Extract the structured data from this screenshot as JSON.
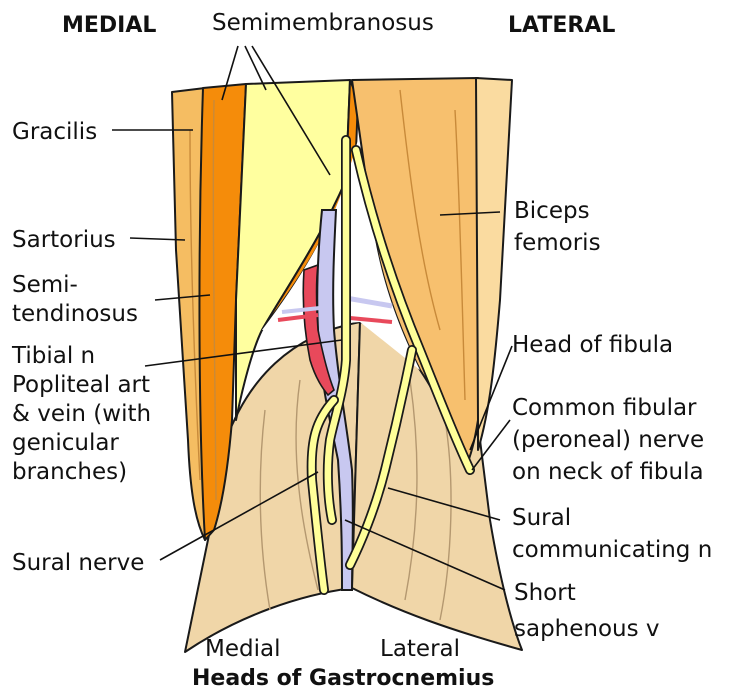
{
  "headers": {
    "medial": "MEDIAL",
    "lateral": "LATERAL"
  },
  "labels": {
    "semimembranosus": "Semimembranosus",
    "gracilis": "Gracilis",
    "sartorius": "Sartorius",
    "semitendinosus_1": "Semi-",
    "semitendinosus_2": "tendinosus",
    "biceps_1": "Biceps",
    "biceps_2": "femoris",
    "tibial_n": "Tibial n",
    "popliteal_1": "Popliteal art",
    "popliteal_2": "& vein (with",
    "popliteal_3": "genicular",
    "popliteal_4": "branches)",
    "head_fibula": "Head of fibula",
    "common_fibular_1": "Common fibular",
    "common_fibular_2": "(peroneal) nerve",
    "common_fibular_3": "on neck of fibula",
    "sural_nerve": "Sural nerve",
    "sural_comm_1": "Sural",
    "sural_comm_2": "communicating n",
    "short_saph_1": "Short",
    "short_saph_2": "saphenous v",
    "medial_head": "Medial",
    "lateral_head": "Lateral"
  },
  "caption": "Heads of Gastrocnemius",
  "colors": {
    "gracilis": "#f5bd62",
    "sartorius": "#f58c0a",
    "semimembranosus": "#ffff9f",
    "biceps": "#f7c06e",
    "gastrocnemius": "#f0d6a8",
    "nerve": "#ffff99",
    "artery": "#e8495b",
    "vein": "#c8c8f0"
  }
}
